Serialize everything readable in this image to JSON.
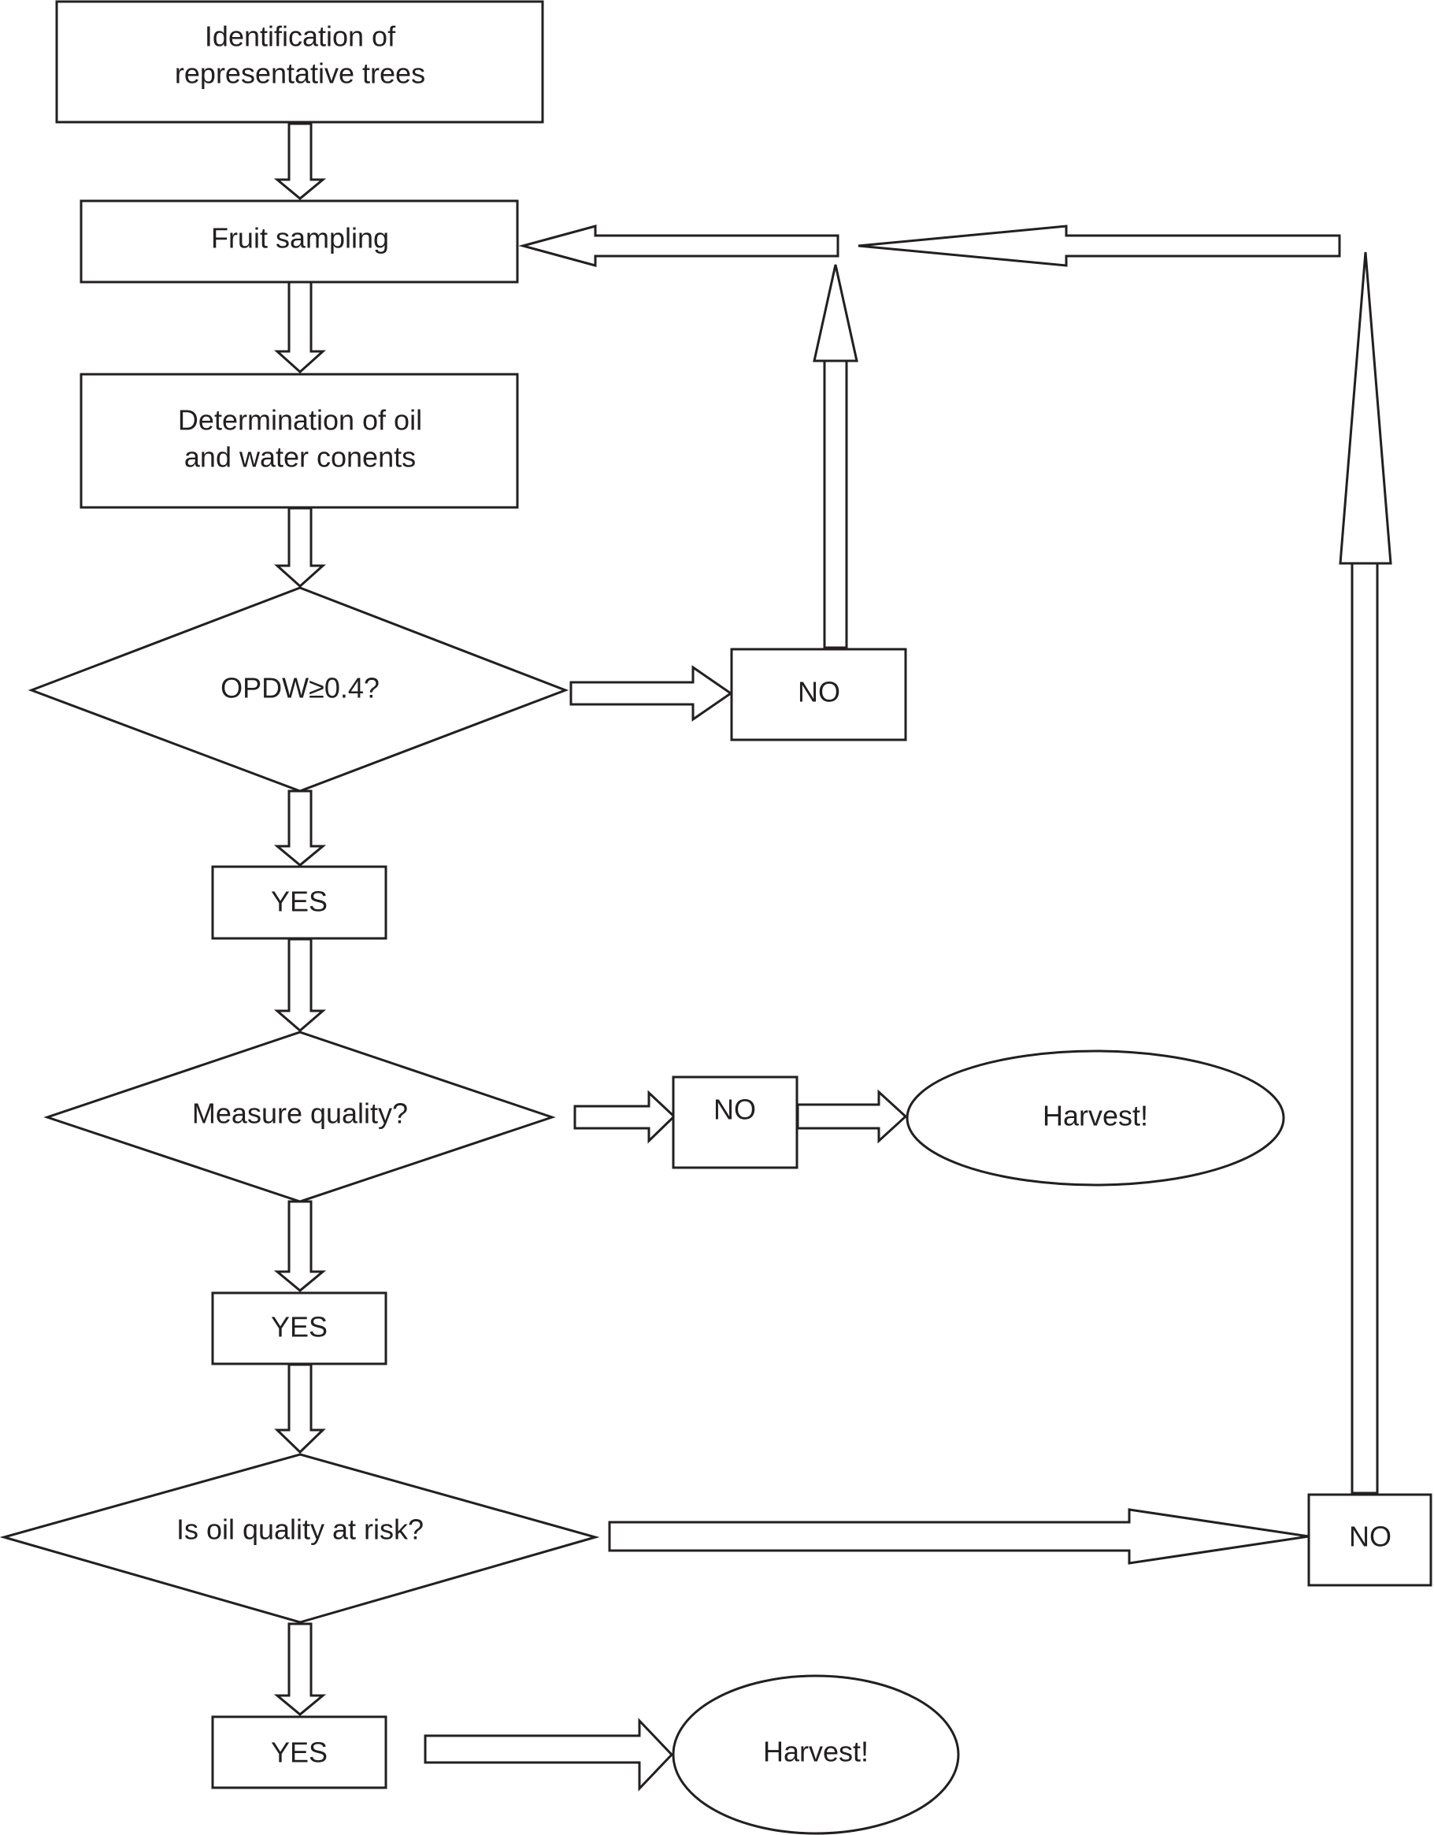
{
  "nodes": {
    "identification": {
      "line1": "Identification of",
      "line2": "representative trees"
    },
    "fruit_sampling": {
      "label": "Fruit sampling"
    },
    "determination": {
      "line1": "Determination of oil",
      "line2": "and water conents"
    },
    "decision_opdw": {
      "label": "OPDW≥0.4?"
    },
    "no_1": {
      "label": "NO"
    },
    "yes_1": {
      "label": "YES"
    },
    "decision_measure": {
      "label": "Measure quality?"
    },
    "no_2": {
      "label": "NO"
    },
    "harvest_1": {
      "label": "Harvest!"
    },
    "yes_2": {
      "label": "YES"
    },
    "decision_risk": {
      "label": "Is oil quality at risk?"
    },
    "no_3": {
      "label": "NO"
    },
    "yes_3": {
      "label": "YES"
    },
    "harvest_2": {
      "label": "Harvest!"
    }
  },
  "colors": {
    "stroke": "#231f20",
    "fill": "#ffffff"
  }
}
